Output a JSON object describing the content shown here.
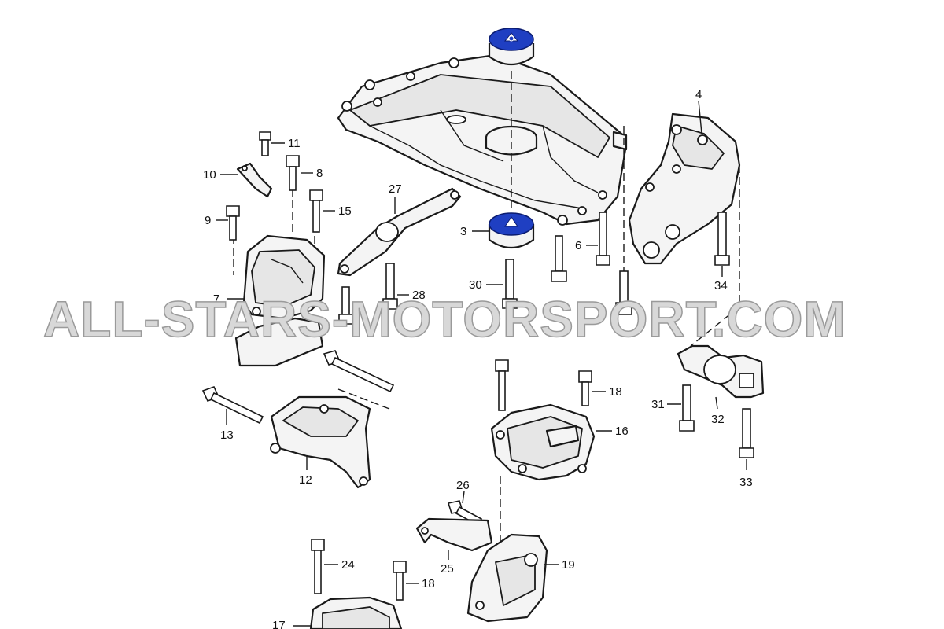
{
  "watermark": "ALL-STARS-MOTORSPORT.COM",
  "labels": {
    "l1": "3",
    "l2": "4",
    "l3": "6",
    "l4": "7",
    "l5": "8",
    "l6": "9",
    "l7": "10",
    "l8": "11",
    "l9": "12",
    "l10": "13",
    "l11": "15",
    "l12": "16",
    "l13": "17",
    "l14": "18",
    "l15": "18",
    "l16": "19",
    "l17": "24",
    "l18": "25",
    "l19": "26",
    "l20": "27",
    "l21": "28",
    "l22": "30",
    "l23": "31",
    "l24": "32",
    "l25": "33",
    "l26": "34"
  },
  "highlight_color": "#1f3fc2"
}
